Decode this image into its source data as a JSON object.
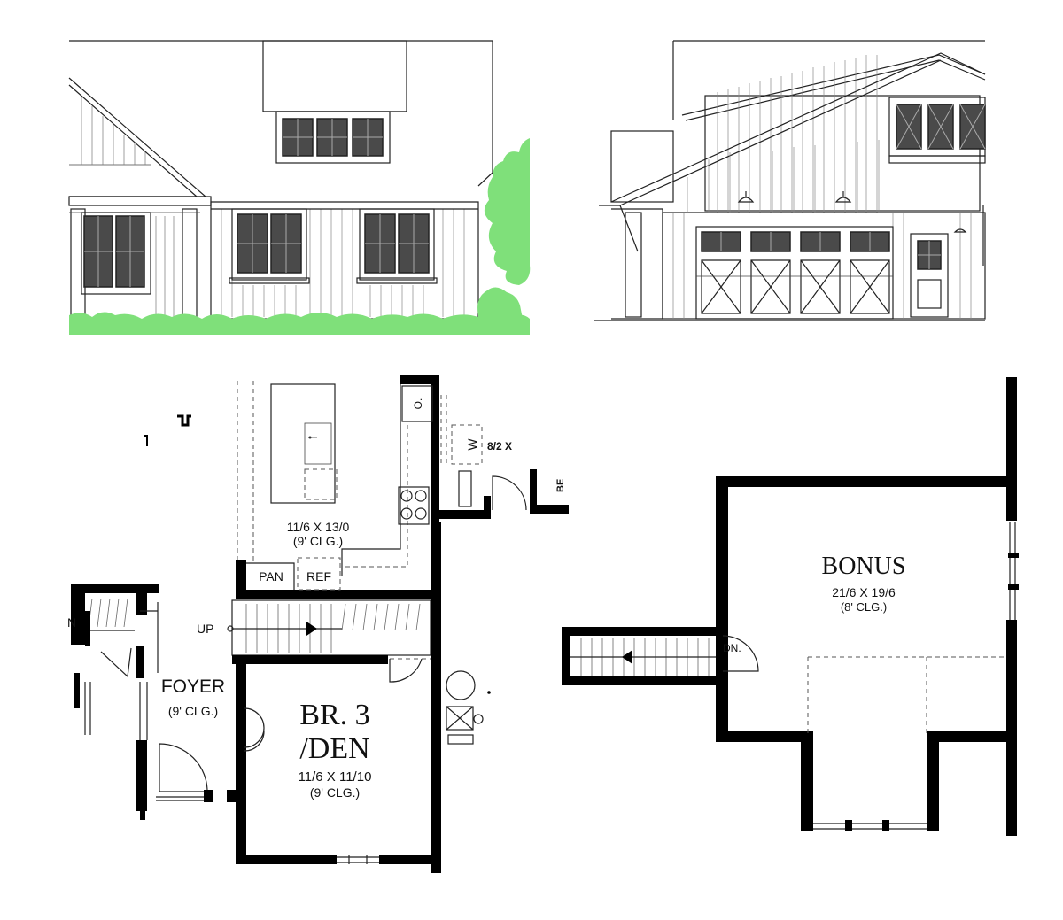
{
  "plan": {
    "kitchen": {
      "size": "11/6 X 13/0",
      "ceiling": "(9' CLG.)"
    },
    "pan": "PAN",
    "ref": "REF",
    "o_label": "O.",
    "w_label": "W",
    "wd_size": "8/2 X",
    "up": "UP",
    "foyer": {
      "name": "FOYER",
      "ceiling": "(9' CLG.)"
    },
    "bedroom": {
      "line1": "BR. 3",
      "line2": "/DEN",
      "size": "11/6 X 11/10",
      "ceiling": "(9' CLG.)"
    },
    "bonus": {
      "name": "BONUS",
      "size": "21/6 X 19/6",
      "ceiling": "(8' CLG.)"
    },
    "dn": "DN.",
    "edge_n": "N",
    "edge_be": "BE"
  },
  "colors": {
    "foliage": "#7fe07a",
    "window_glass": "#4a4a4a",
    "walls": "#000000"
  },
  "icons": [
    "sink-icon",
    "cooktop-icon",
    "water-heater-icon",
    "door-swing-icon",
    "stair-arrow-icon"
  ]
}
